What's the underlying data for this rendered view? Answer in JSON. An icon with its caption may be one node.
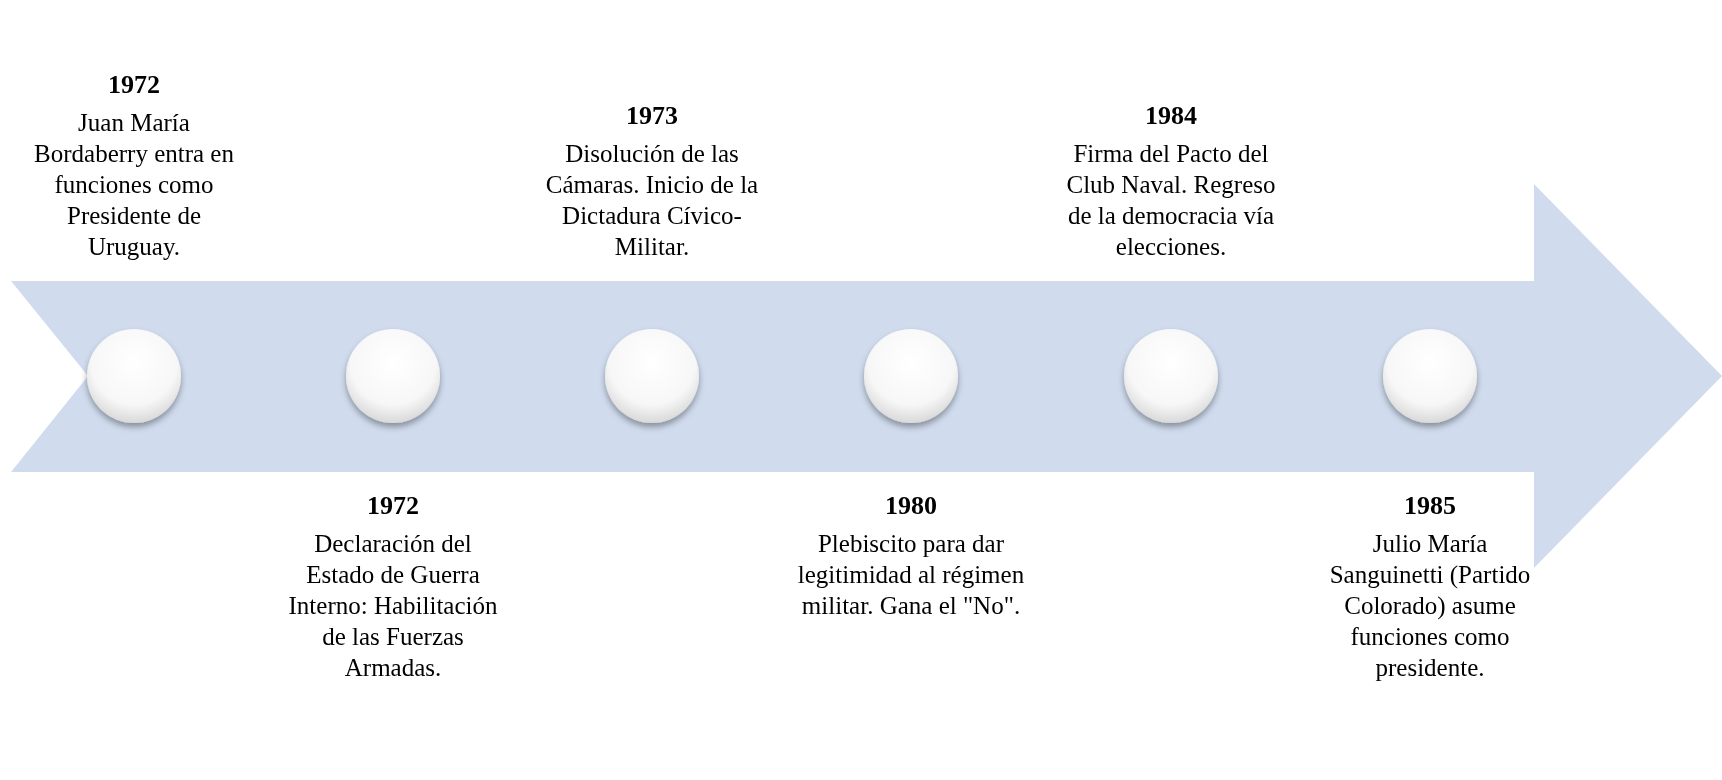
{
  "diagram": {
    "nodes": [
      {
        "text": [],
        "shape": "circle",
        "beside": [
          "1972",
          "Juan María Bordaberry entra en funciones como Presidente de Uruguay."
        ]
      },
      {
        "text": [],
        "shape": "circle",
        "beside": [
          "1972",
          "Declaración del Estado de Guerra Interno: Habilitación de las Fuerzas Armadas."
        ]
      },
      {
        "text": [],
        "shape": "circle",
        "beside": [
          "1973",
          "Disolución de las Cámaras. Inicio de la Dictadura Cívico-Militar."
        ]
      },
      {
        "text": [],
        "shape": "circle",
        "beside": [
          "1980",
          "Plebiscito para dar legitimidad al régimen militar. Gana el \"No\"."
        ]
      },
      {
        "text": [],
        "shape": "circle",
        "beside": [
          "1984",
          "Firma del Pacto del Club Naval. Regreso de la democracia vía elecciones."
        ]
      },
      {
        "text": [],
        "shape": "circle",
        "beside": [
          "1985",
          "Julio María Sanguinetti (Partido Colorado) asume funciones como presidente."
        ]
      }
    ]
  }
}
